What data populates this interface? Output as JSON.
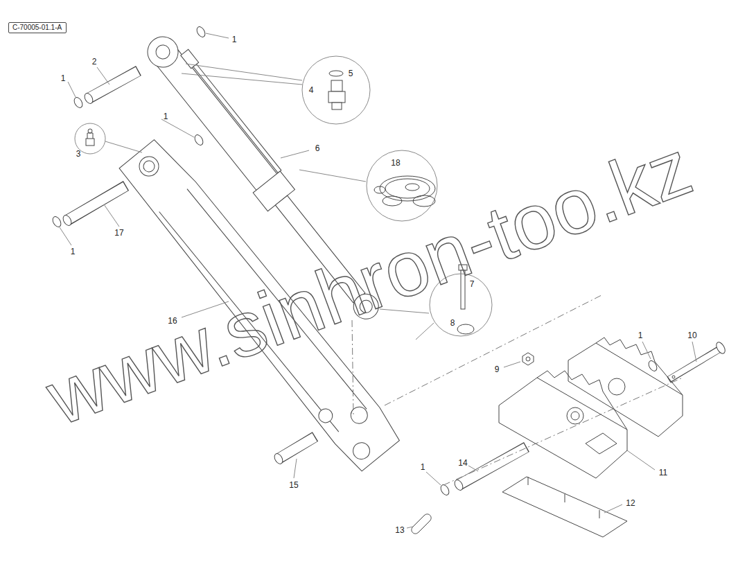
{
  "diagram": {
    "nodes": [
      {
        "text": [
          "C-70005-01.1-A"
        ]
      },
      {
        "text": [
          "4",
          "5"
        ]
      },
      {
        "text": [
          "18"
        ]
      },
      {
        "text": [
          "7",
          "8"
        ]
      }
    ],
    "labels": [
      "1",
      "2",
      "1",
      "3",
      "1",
      "6",
      "17",
      "1",
      "16",
      "9",
      "1",
      "10",
      "14",
      "1",
      "15",
      "11",
      "12",
      "13",
      "www.sinhron-too.kz"
    ]
  }
}
